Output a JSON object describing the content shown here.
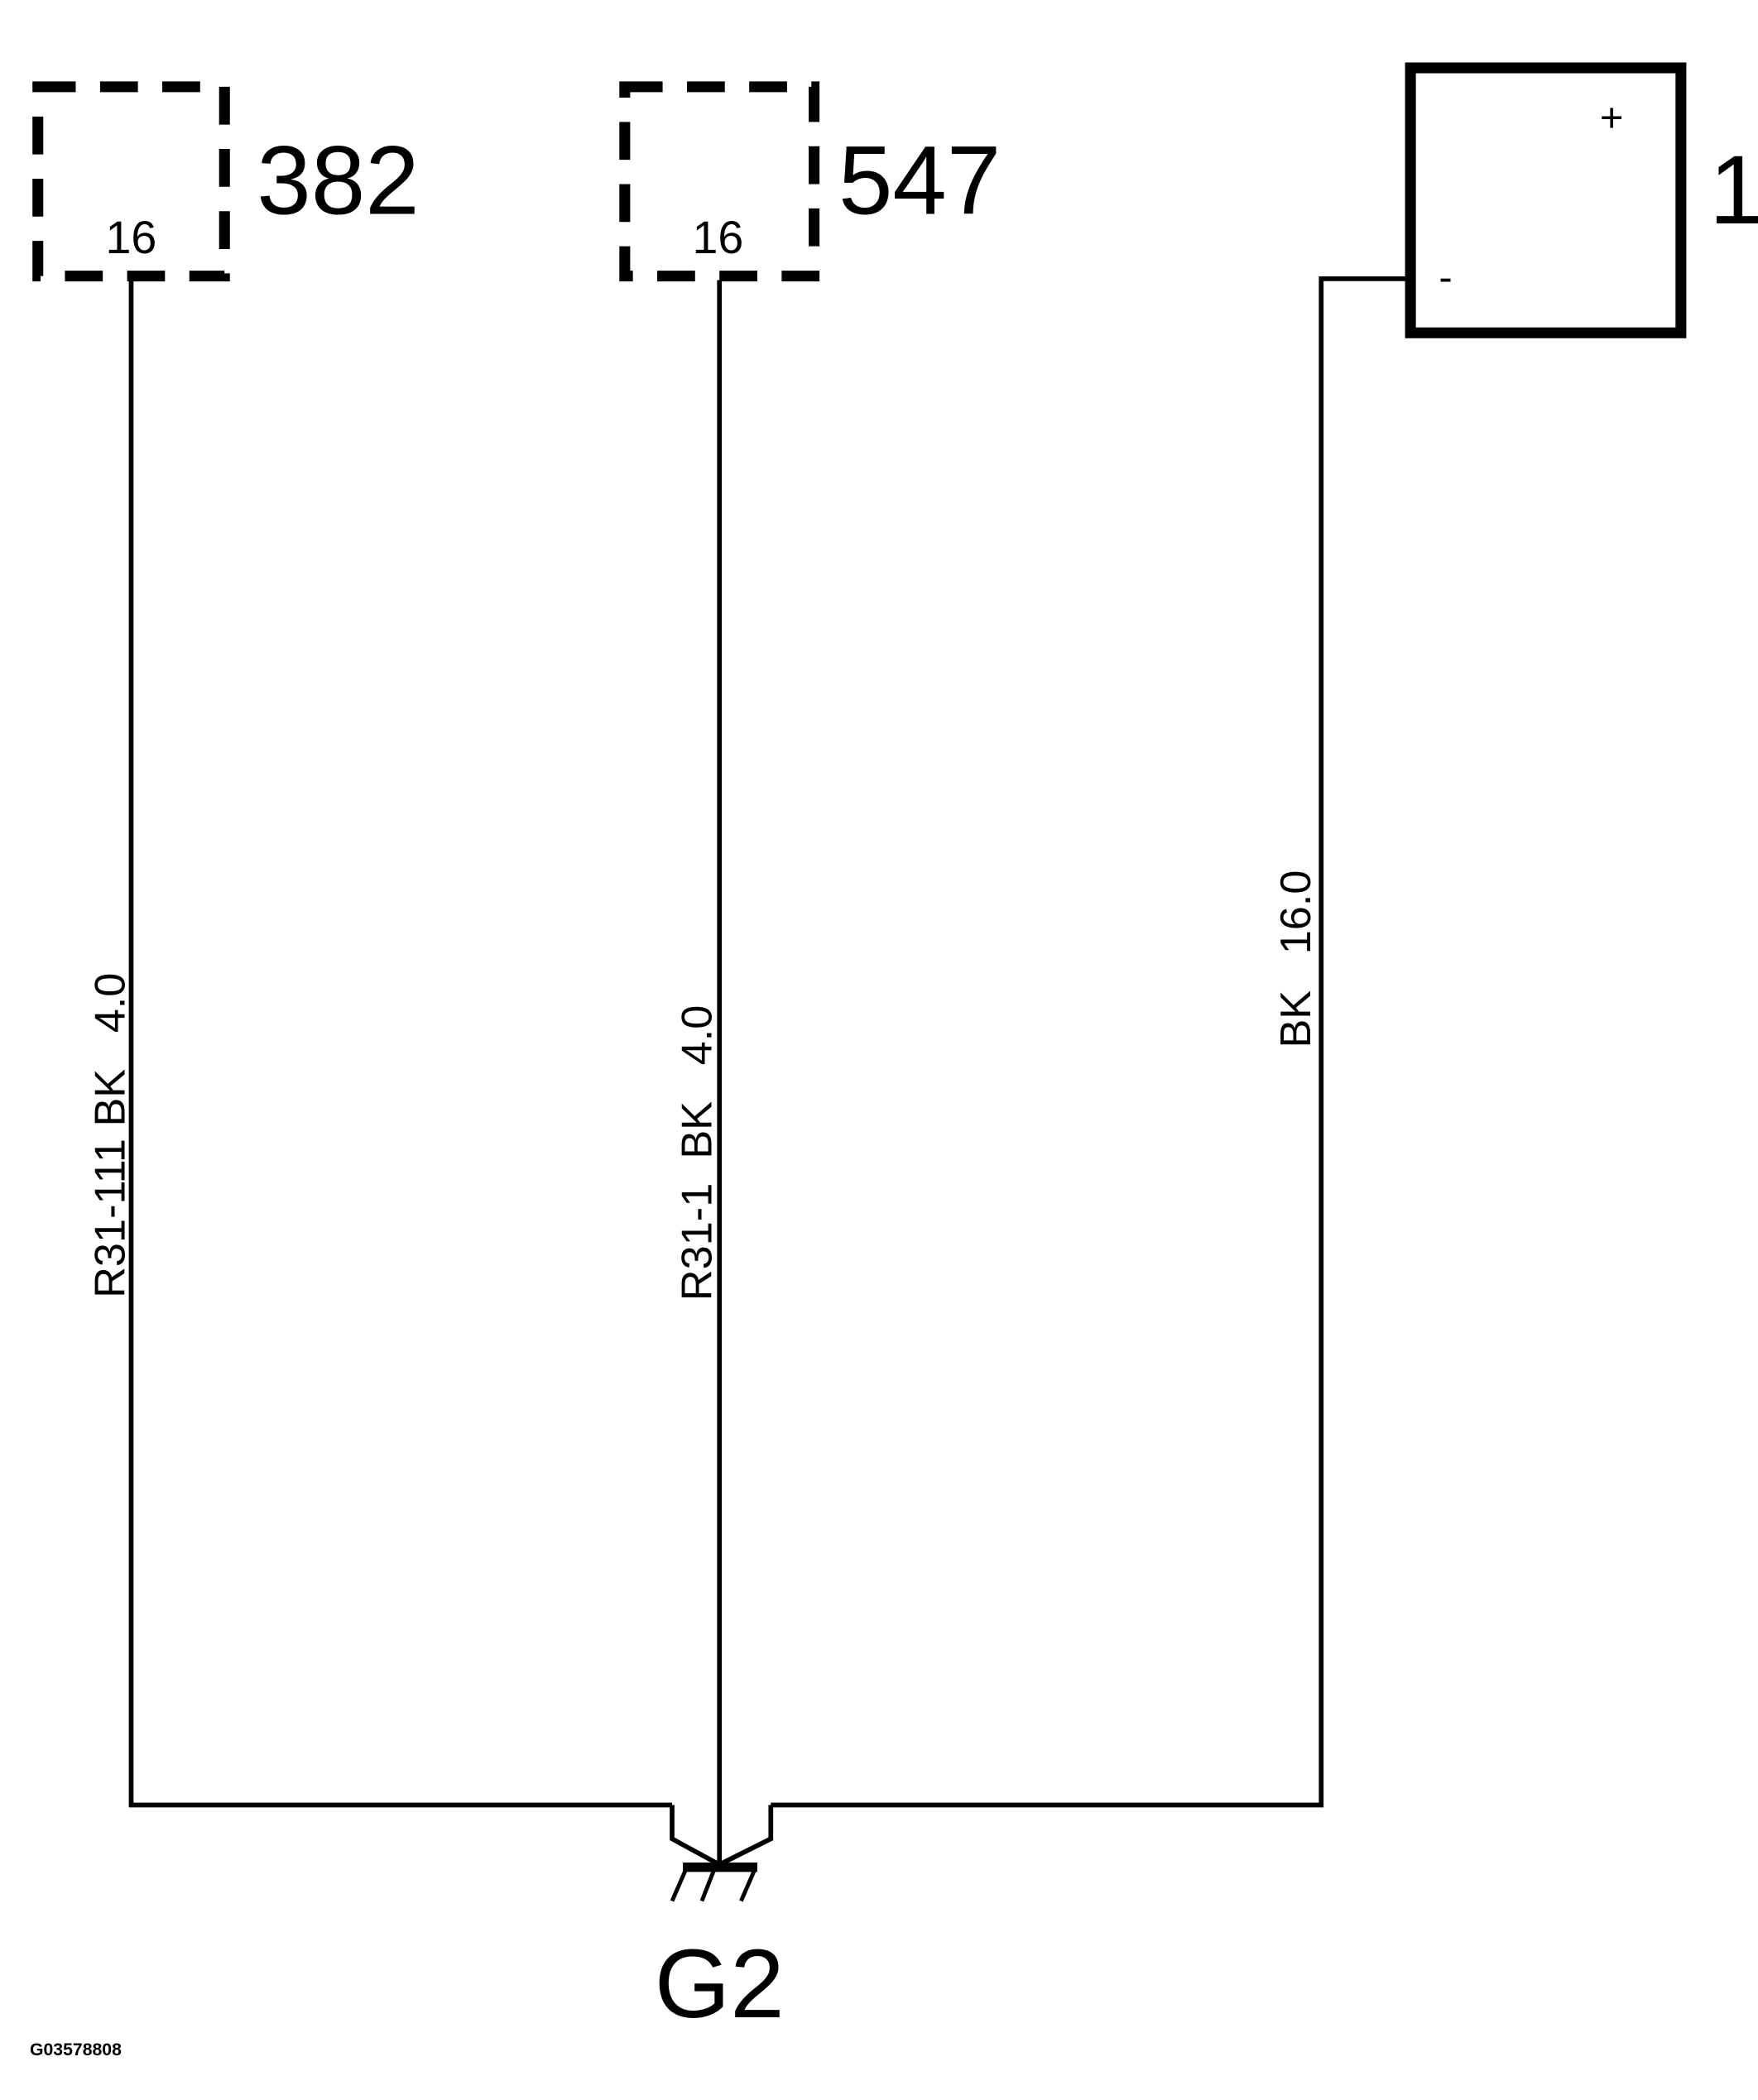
{
  "components": [
    {
      "id": "382",
      "pin": "16"
    },
    {
      "id": "547",
      "pin": "16"
    },
    {
      "id": "1",
      "plus": "+",
      "minus": "-"
    }
  ],
  "wires": [
    {
      "label": "R31-111 BK   4.0"
    },
    {
      "label": "R31-1  BK   4.0"
    },
    {
      "label": "BK   16.0"
    }
  ],
  "ground": {
    "label": "G2"
  },
  "figure_id": "G03578808"
}
